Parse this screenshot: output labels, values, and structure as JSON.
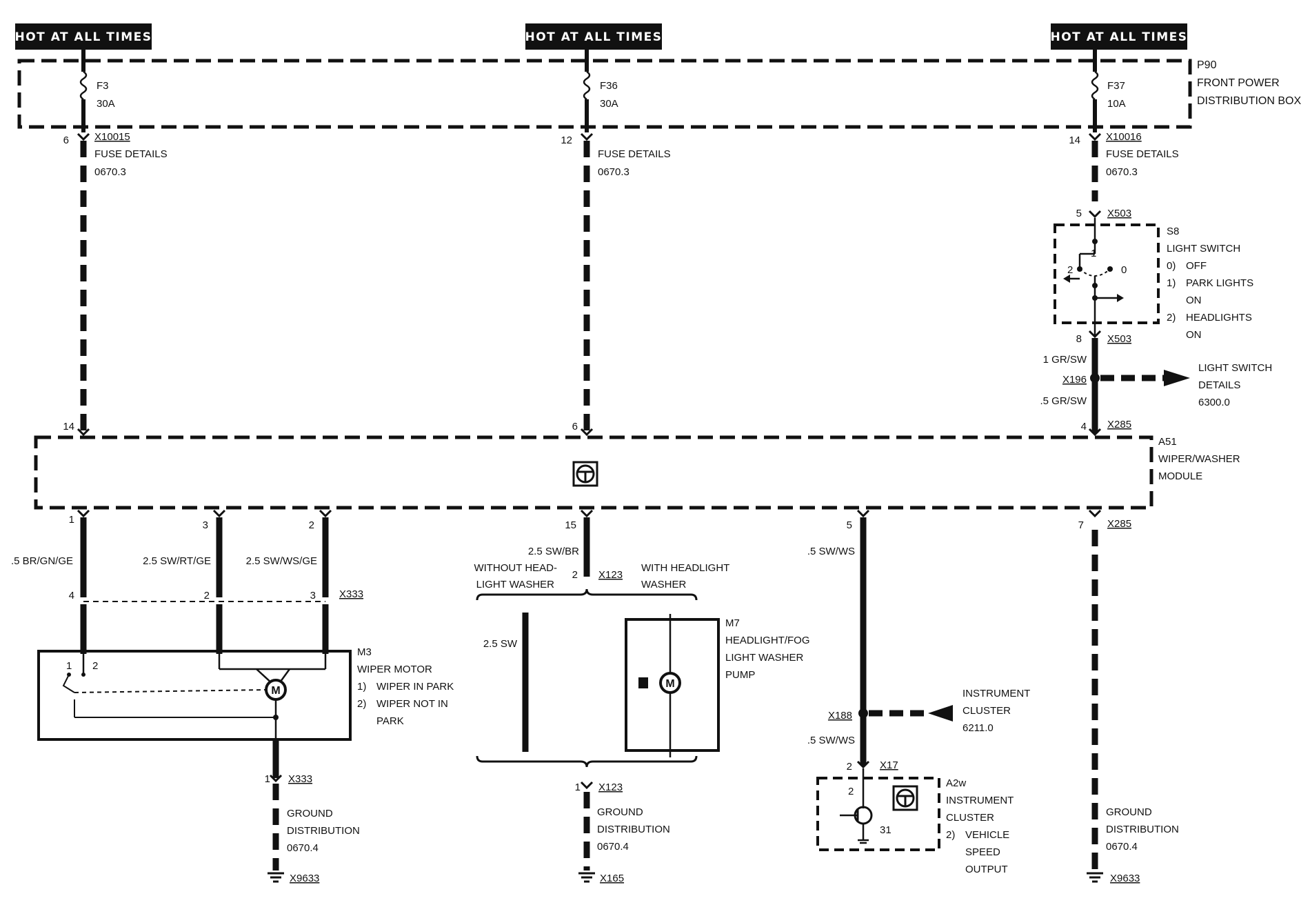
{
  "headers": {
    "left": "HOT AT ALL TIMES",
    "center": "HOT AT ALL TIMES",
    "right": "HOT AT ALL TIMES"
  },
  "fusebox": {
    "id": "P90",
    "name_line1": "FRONT POWER",
    "name_line2": "DISTRIBUTION BOX",
    "fuses": [
      {
        "id": "F3",
        "rating": "30A",
        "pin": "6",
        "connector": "X10015",
        "details": "FUSE DETAILS",
        "ref": "0670.3"
      },
      {
        "id": "F36",
        "rating": "30A",
        "pin": "12",
        "connector": "",
        "details": "FUSE DETAILS",
        "ref": "0670.3"
      },
      {
        "id": "F37",
        "rating": "10A",
        "pin": "14",
        "connector": "X10016",
        "details": "FUSE DETAILS",
        "ref": "0670.3"
      }
    ]
  },
  "light_switch": {
    "id": "S8",
    "name": "LIGHT SWITCH",
    "connector_top": "X503",
    "pin_top": "5",
    "connector_bottom": "X503",
    "pin_bottom": "8",
    "positions": [
      {
        "num": "0)",
        "text": "OFF"
      },
      {
        "num": "1)",
        "text": "PARK LIGHTS"
      },
      {
        "num": "",
        "text": "ON"
      },
      {
        "num": "2)",
        "text": "HEADLIGHTS"
      },
      {
        "num": "",
        "text": "ON"
      }
    ],
    "contact_2": "2",
    "contact_1": "1",
    "contact_0": "0"
  },
  "splice_x196": {
    "id": "X196",
    "wire_above": "1 GR/SW",
    "wire_below": ".5 GR/SW",
    "details_line1": "LIGHT SWITCH",
    "details_line2": "DETAILS",
    "details_ref": "6300.0"
  },
  "module": {
    "id": "A51",
    "name_line1": "WIPER/WASHER",
    "name_line2": "MODULE",
    "top_pins": [
      "14",
      "6",
      "4"
    ],
    "top_connector": "X285",
    "bottom_pins": [
      "1",
      "3",
      "2",
      "15",
      "5",
      "7"
    ],
    "bottom_connector": "X285"
  },
  "wires": {
    "w1": ".5 BR/GN/GE",
    "w3": "2.5 SW/RT/GE",
    "w2": "2.5 SW/WS/GE",
    "w15": "2.5 SW/BR",
    "w5": ".5 SW/WS",
    "w5b": ".5 SW/WS",
    "w_without": "2.5 SW"
  },
  "x333": {
    "id": "X333",
    "pins": [
      "4",
      "2",
      "3"
    ]
  },
  "wiper_motor": {
    "id": "M3",
    "name": "WIPER MOTOR",
    "notes": [
      {
        "num": "1)",
        "text": "WIPER IN PARK"
      },
      {
        "num": "2)",
        "text": "WIPER NOT IN"
      },
      {
        "num": "",
        "text": "PARK"
      }
    ],
    "contact_1": "1",
    "contact_2": "2",
    "motor": "M",
    "ground_pin": "1",
    "ground_connector": "X333",
    "ground_label1": "GROUND",
    "ground_label2": "DISTRIBUTION",
    "ground_ref": "0670.4",
    "ground_point": "X9633"
  },
  "x123": {
    "id": "X123",
    "pin": "2",
    "without_line1": "WITHOUT HEAD-",
    "without_line2": "LIGHT WASHER",
    "with_line1": "WITH HEADLIGHT",
    "with_line2": "WASHER",
    "ground_pin": "1",
    "ground_connector": "X123",
    "ground_label1": "GROUND",
    "ground_label2": "DISTRIBUTION",
    "ground_ref": "0670.4",
    "ground_point": "X165"
  },
  "washer_pump": {
    "id": "M7",
    "name_line1": "HEADLIGHT/FOG",
    "name_line2": "LIGHT WASHER",
    "name_line3": "PUMP",
    "motor": "M"
  },
  "splice_x188": {
    "id": "X188",
    "label_line1": "INSTRUMENT",
    "label_line2": "CLUSTER",
    "ref": "6211.0"
  },
  "cluster": {
    "id": "A2w",
    "name_line1": "INSTRUMENT",
    "name_line2": "CLUSTER",
    "connector": "X17",
    "pin": "2",
    "inner_pin": "2",
    "ground_pin": "31",
    "notes": [
      {
        "num": "2)",
        "text": "VEHICLE"
      },
      {
        "num": "",
        "text": "SPEED"
      },
      {
        "num": "",
        "text": "OUTPUT"
      }
    ]
  },
  "right_ground": {
    "label1": "GROUND",
    "label2": "DISTRIBUTION",
    "ref": "0670.4",
    "point": "X9633"
  }
}
